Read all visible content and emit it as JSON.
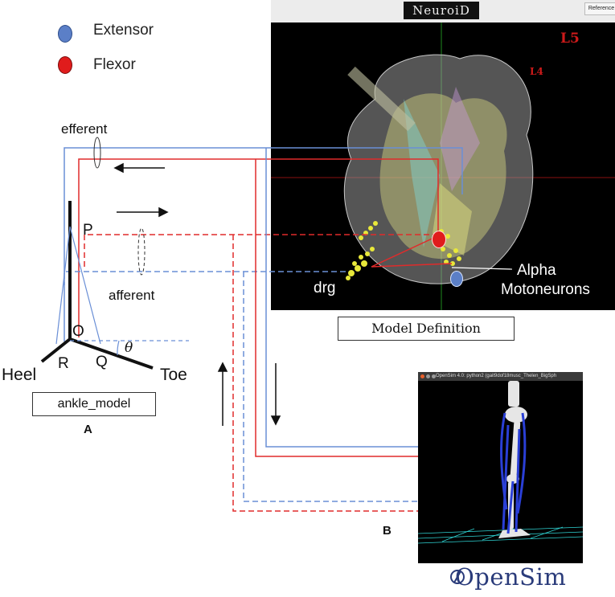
{
  "legend": {
    "extensor_label": "Extensor",
    "flexor_label": "Flexor",
    "extensor_color": "#5b7fc7",
    "flexor_color": "#e01c1c"
  },
  "signals": {
    "efferent_label": "efferent",
    "afferent_label": "afferent",
    "extensor_line_color": "#6a8fd6",
    "flexor_line_color": "#e02b2b"
  },
  "ankle": {
    "point_p": "P",
    "point_o": "O",
    "point_r": "R",
    "point_q": "Q",
    "angle_symbol": "θ",
    "heel_label": "Heel",
    "toe_label": "Toe",
    "model_box_label": "ankle_model",
    "panel_letter": "A"
  },
  "neuroid": {
    "logo_text": "NeuroiD",
    "reference_button": "Reference",
    "level_l5": "L5",
    "level_l4": "L4",
    "drg_label": "drg",
    "alpha_line1": "Alpha",
    "alpha_line2": "Motoneurons",
    "model_box_label": "Model Definition",
    "level_color": "#cc1a1a"
  },
  "opensim": {
    "window_title": "OpenSim 4.0: python2 (gait9dof18musc_Thelen_BigSph",
    "panel_letter": "B",
    "logo_text": "OpenSim"
  }
}
